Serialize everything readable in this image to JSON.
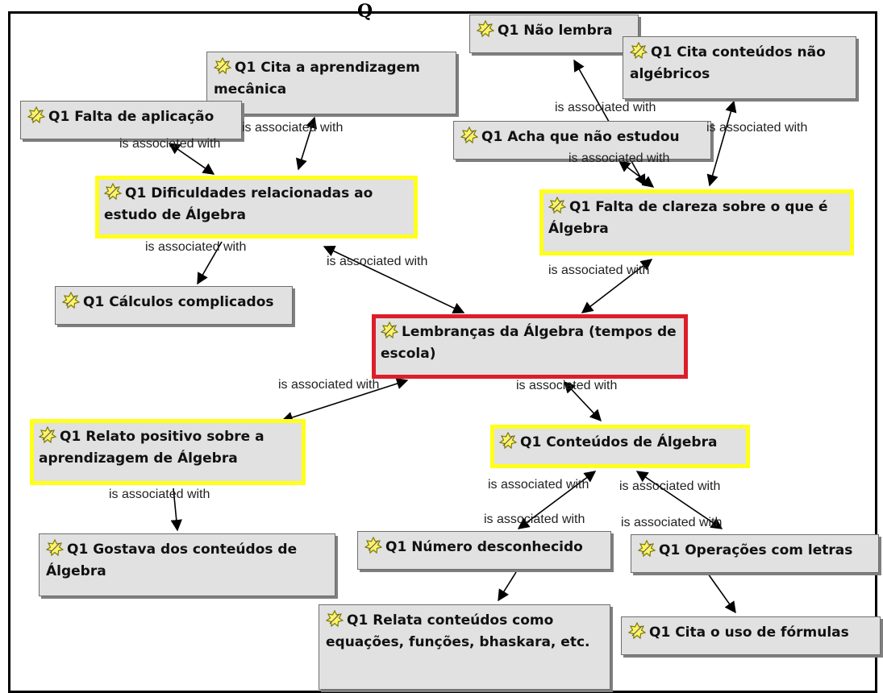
{
  "caption": "Q",
  "edge_label": "is associated with",
  "icon_name": "code-icon",
  "colors": {
    "highlight_yellow": "#ffff1a",
    "core_red": "#dc1e2a",
    "node_fill": "#e1e1e1"
  },
  "nodes": [
    {
      "id": "n1",
      "label": "Q1 Não lembra"
    },
    {
      "id": "n2",
      "label": "Q1 Cita conteúdos não algébricos"
    },
    {
      "id": "n3",
      "label": "Q1 Cita a aprendizagem mecânica"
    },
    {
      "id": "n4",
      "label": "Q1 Falta de aplicação"
    },
    {
      "id": "n5",
      "label": "Q1 Acha que não estudou"
    },
    {
      "id": "n6",
      "label": "Q1 Dificuldades relacionadas ao estudo de Álgebra"
    },
    {
      "id": "n7",
      "label": "Q1 Falta de clareza sobre o que é Álgebra"
    },
    {
      "id": "n8",
      "label": "Q1 Cálculos complicados"
    },
    {
      "id": "n9",
      "label": "Lembranças da Álgebra (tempos de escola)"
    },
    {
      "id": "n10",
      "label": "Q1 Relato positivo sobre a aprendizagem de Álgebra"
    },
    {
      "id": "n11",
      "label": "Q1 Conteúdos de Álgebra"
    },
    {
      "id": "n12",
      "label": "Q1 Gostava dos conteúdos de Álgebra"
    },
    {
      "id": "n13",
      "label": "Q1 Número desconhecido"
    },
    {
      "id": "n14",
      "label": "Q1 Operações com letras"
    },
    {
      "id": "n15",
      "label": "Q1 Relata conteúdos como equações, funções, bhaskara, etc."
    },
    {
      "id": "n16",
      "label": "Q1 Cita o uso de fórmulas"
    }
  ],
  "edges": [
    {
      "from": "n6",
      "to": "n4",
      "label": "is associated with"
    },
    {
      "from": "n6",
      "to": "n3",
      "label": "is associated with"
    },
    {
      "from": "n6",
      "to": "n8",
      "label": "is associated with"
    },
    {
      "from": "n9",
      "to": "n6",
      "label": "is associated with"
    },
    {
      "from": "n7",
      "to": "n1",
      "label": "is associated with"
    },
    {
      "from": "n7",
      "to": "n2",
      "label": "is associated with"
    },
    {
      "from": "n7",
      "to": "n5",
      "label": "is associated with"
    },
    {
      "from": "n9",
      "to": "n7",
      "label": "is associated with"
    },
    {
      "from": "n9",
      "to": "n10",
      "label": "is associated with"
    },
    {
      "from": "n9",
      "to": "n11",
      "label": "is associated with"
    },
    {
      "from": "n10",
      "to": "n12",
      "label": "is associated with"
    },
    {
      "from": "n11",
      "to": "n13",
      "label": "is associated with"
    },
    {
      "from": "n11",
      "to": "n14",
      "label": "is associated with"
    },
    {
      "from": "n13",
      "to": "n15",
      "label": "is associated with"
    },
    {
      "from": "n14",
      "to": "n16",
      "label": "is associated with"
    }
  ]
}
